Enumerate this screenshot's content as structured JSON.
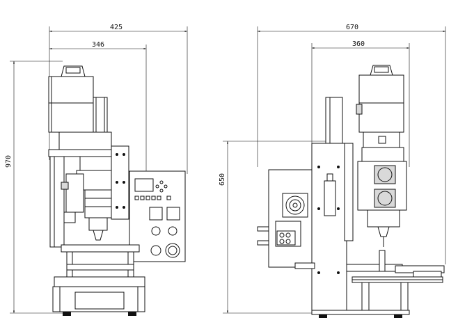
{
  "front_view": {
    "overall_width": "425",
    "base_width": "346",
    "height": "970"
  },
  "side_view": {
    "overall_width": "670",
    "base_width": "360",
    "height": "650"
  }
}
